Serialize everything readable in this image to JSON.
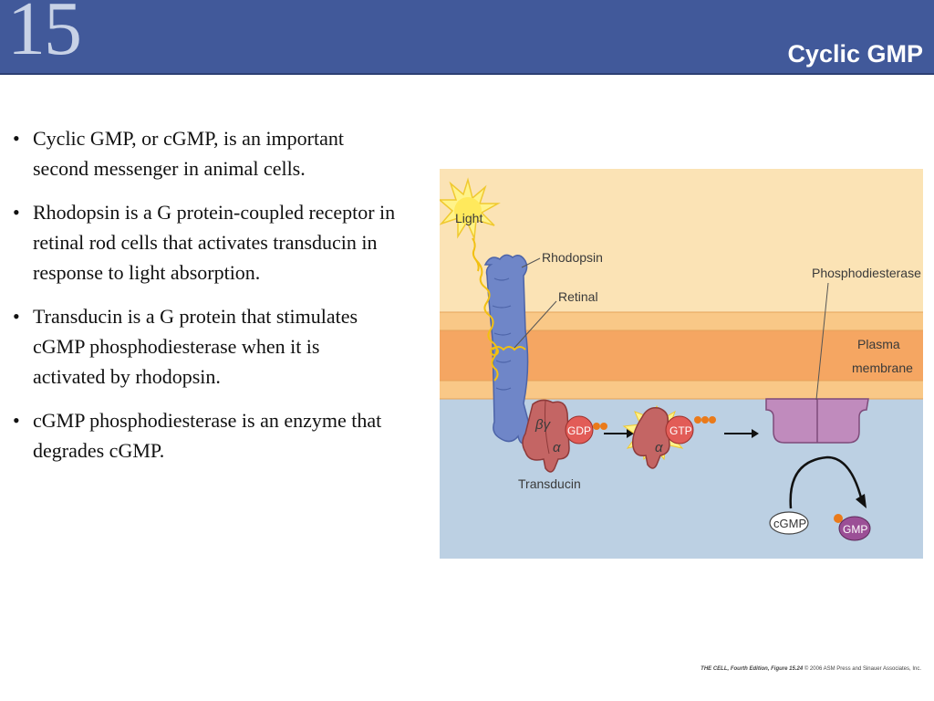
{
  "header": {
    "chapter_number": "15",
    "title": "Cyclic GMP"
  },
  "bullets": [
    "Cyclic GMP, or cGMP, is an important second messenger in animal cells.",
    "Rhodopsin is a G protein-coupled receptor in retinal rod cells that activates transducin in response to light absorption.",
    "Transducin is a G protein that stimulates cGMP phosphodiesterase when it is activated by rhodopsin.",
    "cGMP phosphodiesterase is an enzyme that degrades cGMP."
  ],
  "bullet_symbol": "•",
  "figure": {
    "labels": {
      "light": "Light",
      "rhodopsin": "Rhodopsin",
      "retinal": "Retinal",
      "phosphodiesterase": "Phosphodiesterase",
      "plasma": "Plasma",
      "membrane": "membrane",
      "beta_gamma": "βγ",
      "alpha": "α",
      "alpha_active": "α",
      "gdp": "GDP",
      "gtp": "GTP",
      "transducin": "Transducin",
      "cgmp": "cGMP",
      "gmp": "GMP"
    },
    "colors": {
      "extracellular": "#fbe3b5",
      "cytoplasm": "#bcd0e3",
      "membrane_outer": "#f9c887",
      "membrane_core": "#f5a662",
      "rhodopsin": "#6f86c8",
      "transducin": "#c46564",
      "pde": "#c08bbd",
      "phosphate": "#ea7a1a",
      "gmp": "#9b4f96"
    }
  },
  "credit": {
    "citation": "THE CELL, Fourth Edition, Figure 15.24",
    "rights": "© 2006 ASM Press and Sinauer Associates, Inc."
  }
}
